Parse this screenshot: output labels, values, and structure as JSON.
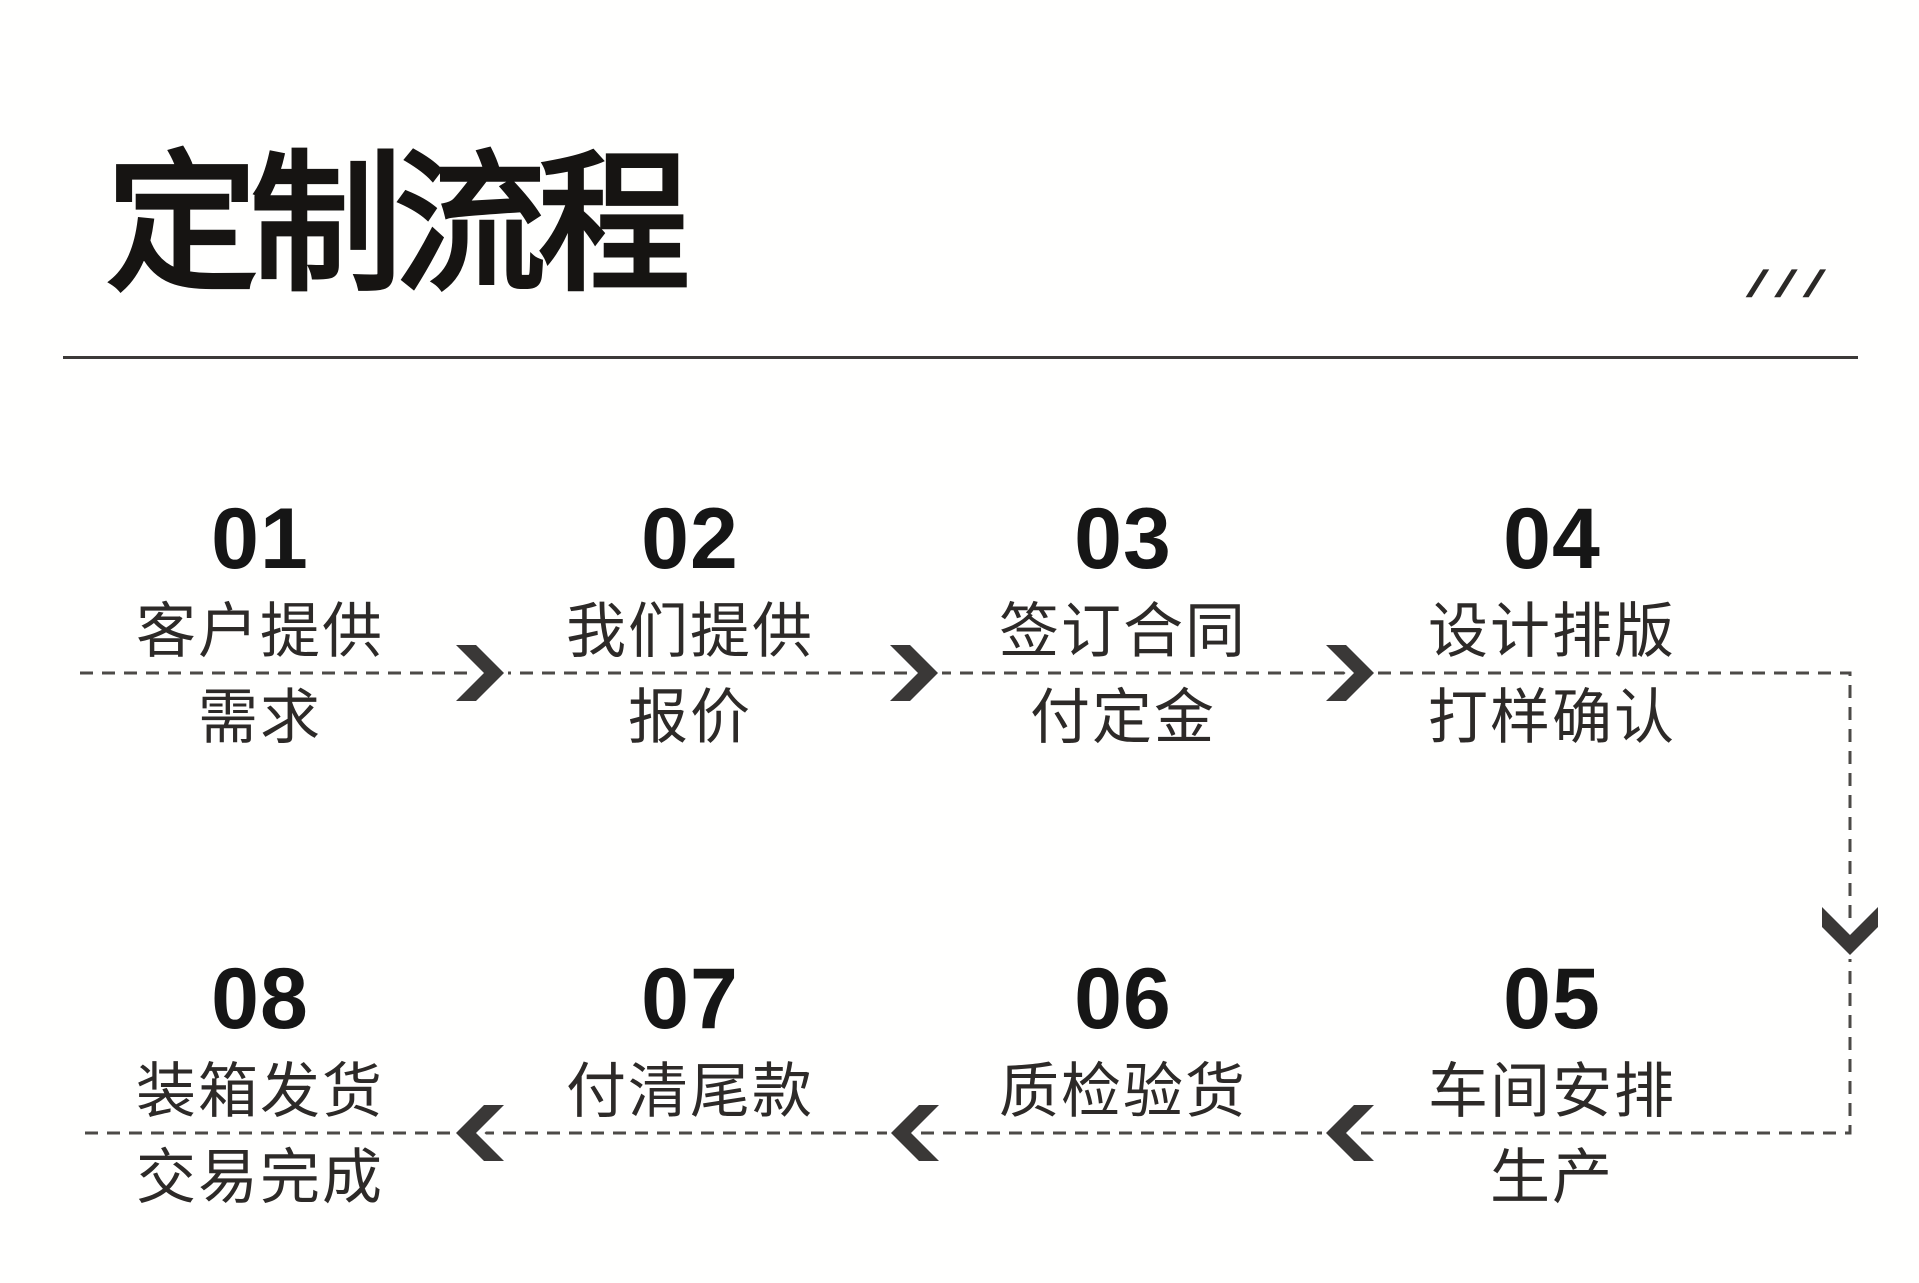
{
  "header": {
    "title": "定制流程",
    "decor_slashes": "///"
  },
  "steps": [
    {
      "num": "01",
      "line1": "客户提供",
      "line2": "需求"
    },
    {
      "num": "02",
      "line1": "我们提供",
      "line2": "报价"
    },
    {
      "num": "03",
      "line1": "签订合同",
      "line2": "付定金"
    },
    {
      "num": "04",
      "line1": "设计排版",
      "line2": "打样确认"
    },
    {
      "num": "05",
      "line1": "车间安排",
      "line2": "生产"
    },
    {
      "num": "06",
      "line1": "质检验货",
      "line2": ""
    },
    {
      "num": "07",
      "line1": "付清尾款",
      "line2": ""
    },
    {
      "num": "08",
      "line1": "装箱发货",
      "line2": "交易完成"
    }
  ],
  "flow": {
    "direction_row1": "left-to-right",
    "direction_row2": "right-to-left"
  },
  "colors": {
    "background": "#ffffff",
    "ink": "#161412",
    "caption": "#2d2a28",
    "dashed_line": "#4c4a47",
    "chevron": "#3a3837"
  }
}
